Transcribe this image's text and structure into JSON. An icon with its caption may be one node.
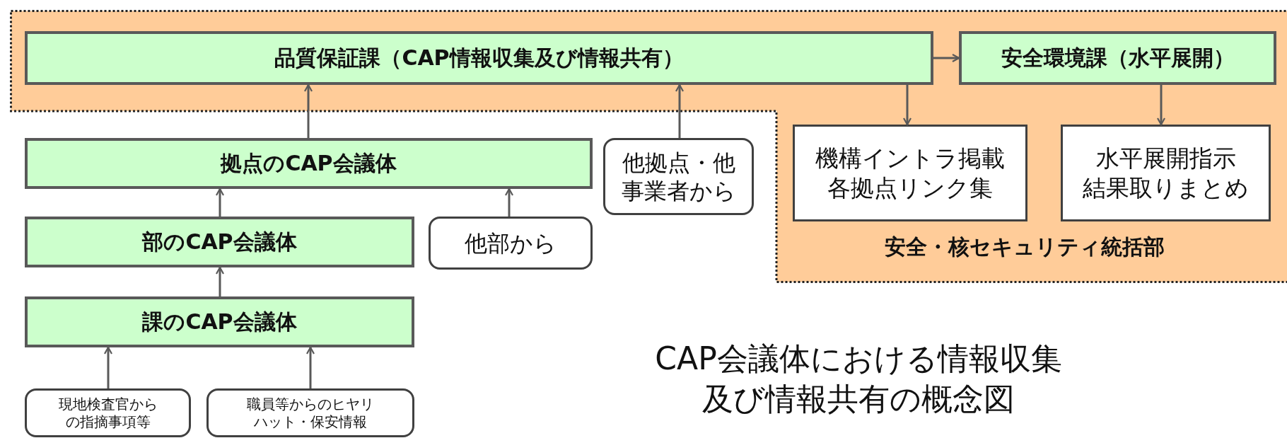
{
  "diagram": {
    "title": "CAP会議体における情報収集及び情報共有の概念図",
    "nodes": [
      {
        "text": [
          "安全・核セキュリティ統括部"
        ]
      },
      {
        "text": [
          "品質保証課（CAP情報収集及び情報共有）"
        ],
        "in": 0
      },
      {
        "text": [
          "安全環境課（水平展開）"
        ],
        "in": 0
      },
      {
        "text": [
          "機構イントラ掲載各拠点リンク集"
        ],
        "in": 0
      },
      {
        "text": [
          "水平展開指示",
          "結果取りまとめ"
        ],
        "in": 0
      },
      {
        "text": [
          "拠点のCAP会議体"
        ]
      },
      {
        "text": [
          "他拠点・他事業者から"
        ]
      },
      {
        "text": [
          "部のCAP会議体"
        ]
      },
      {
        "text": [
          "他部から"
        ]
      },
      {
        "text": [
          "課のCAP会議体"
        ]
      },
      {
        "text": [
          "現地検査官からの指摘事項等"
        ]
      },
      {
        "text": [
          "職員等からのヒヤリハット・保安情報"
        ]
      }
    ],
    "edges": [
      {
        "from": 5,
        "to": 1,
        "arrow": "to"
      },
      {
        "from": 6,
        "to": 1,
        "arrow": "to"
      },
      {
        "from": 1,
        "to": 2,
        "arrow": "to"
      },
      {
        "from": 1,
        "to": 3,
        "arrow": "to"
      },
      {
        "from": 2,
        "to": 4,
        "arrow": "to"
      },
      {
        "from": 7,
        "to": 5,
        "arrow": "to"
      },
      {
        "from": 8,
        "to": 5,
        "arrow": "to"
      },
      {
        "from": 9,
        "to": 7,
        "arrow": "to"
      },
      {
        "from": 10,
        "to": 9,
        "arrow": "to"
      },
      {
        "from": 11,
        "to": 9,
        "arrow": "to"
      }
    ]
  }
}
